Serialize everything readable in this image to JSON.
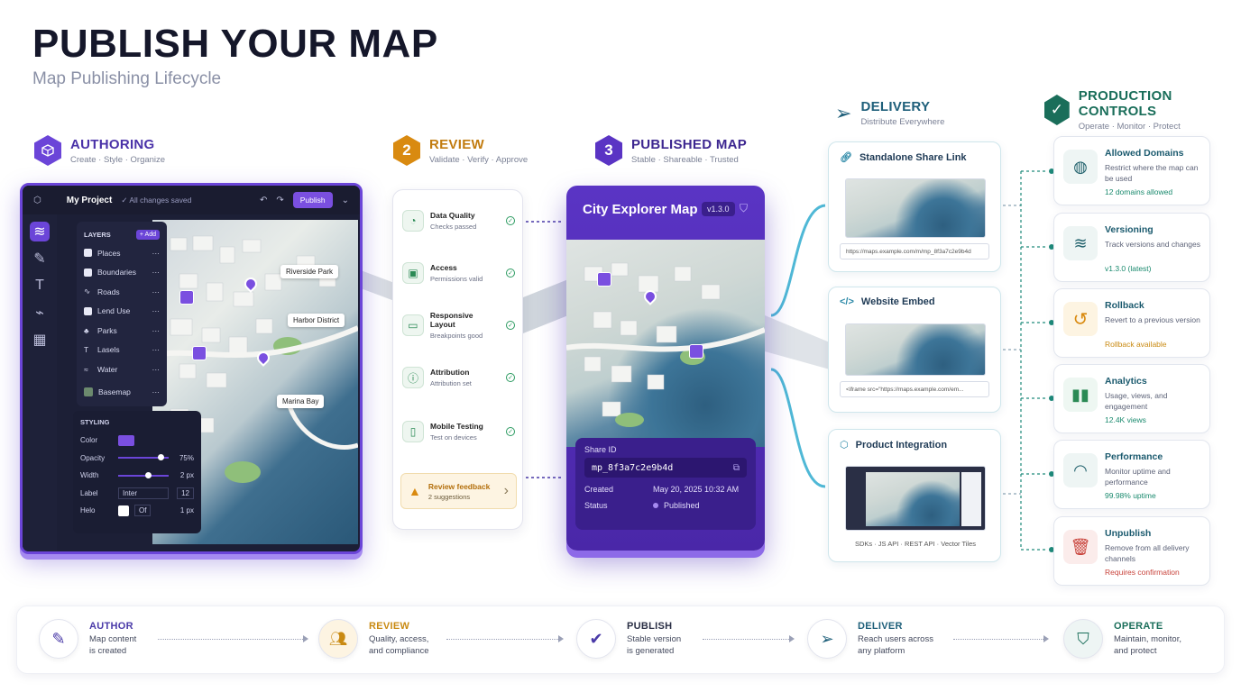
{
  "header": {
    "title": "PUBLISH YOUR MAP",
    "subtitle": "Map Publishing Lifecycle"
  },
  "authoring": {
    "step": "",
    "title": "AUTHORING",
    "subtitle": "Create · Style · Organize",
    "topbar": {
      "project": "My Project",
      "status": "All changes saved",
      "publish_label": "Publish"
    },
    "layers": {
      "heading": "LAYERS",
      "add_label": "+ Add",
      "items": [
        {
          "label": "Places"
        },
        {
          "label": "Boundaries"
        },
        {
          "label": "Roads"
        },
        {
          "label": "Lend Use"
        },
        {
          "label": "Parks"
        },
        {
          "label": "Lasels"
        },
        {
          "label": "Water"
        },
        {
          "label": "Basemap"
        }
      ]
    },
    "styling": {
      "heading": "STYLING",
      "color_label": "Color",
      "opacity_label": "Opacity",
      "opacity_value": "75%",
      "width_label": "Width",
      "width_value": "2 px",
      "label_label": "Label",
      "label_font": "Inter",
      "label_size": "12",
      "halo_label": "Helo",
      "halo_mode": "Of",
      "halo_value": "1 px",
      "color_swatch": "#7a4fe0"
    },
    "map_labels": [
      "Riverside Park",
      "Harbor District",
      "Marina Bay"
    ]
  },
  "review": {
    "step": "2",
    "title": "REVIEW",
    "subtitle": "Validate · Verify · Approve",
    "checks": [
      {
        "title": "Data Quality",
        "detail": "Checks passed",
        "icon": "check-circle-icon"
      },
      {
        "title": "Access",
        "detail": "Permissions valid",
        "icon": "lock-icon"
      },
      {
        "title": "Responsive Layout",
        "detail": "Breakpoints good",
        "icon": "devices-icon"
      },
      {
        "title": "Attribution",
        "detail": "Attribution set",
        "icon": "info-icon"
      },
      {
        "title": "Mobile Testing",
        "detail": "Test on devices",
        "icon": "phone-icon"
      }
    ],
    "feedback": {
      "title": "Review feedback",
      "detail": "2 suggestions"
    }
  },
  "published": {
    "step": "3",
    "title": "PUBLISHED MAP",
    "subtitle": "Stable · Shareable · Trusted",
    "map_name": "City Explorer Map",
    "version": "v1.3.0",
    "share_id_label": "Share ID",
    "share_id": "mp_8f3a7c2e9b4d",
    "created_label": "Created",
    "created_value": "May 20, 2025 10:32 AM",
    "status_label": "Status",
    "status_value": "Published"
  },
  "delivery": {
    "title": "DELIVERY",
    "subtitle": "Distribute Everywhere",
    "channels": [
      {
        "title": "Standalone Share Link",
        "footer": "https://maps.example.com/m/mp_8f3a7c2e9b4d"
      },
      {
        "title": "Website Embed",
        "footer": "<iframe src=\"https://maps.example.com/em..."
      },
      {
        "title": "Product Integration",
        "footer": "SDKs · JS API · REST API · Vector Tiles"
      }
    ]
  },
  "controls": {
    "title": "PRODUCTION CONTROLS",
    "subtitle": "Operate · Monitor · Protect",
    "items": [
      {
        "title": "Allowed Domains",
        "detail": "Restrict where the map can be used",
        "status": "12 domains allowed",
        "color": "#1a8a6e"
      },
      {
        "title": "Versioning",
        "detail": "Track versions and changes",
        "status": "v1.3.0 (latest)",
        "color": "#1a8a6e"
      },
      {
        "title": "Rollback",
        "detail": "Revert to a previous version",
        "status": "Rollback available",
        "color": "#c98a12"
      },
      {
        "title": "Analytics",
        "detail": "Usage, views, and engagement",
        "status": "12.4K views",
        "color": "#1a8a6e"
      },
      {
        "title": "Performance",
        "detail": "Monitor uptime and performance",
        "status": "99.98% uptime",
        "color": "#1a8a6e"
      },
      {
        "title": "Unpublish",
        "detail": "Remove from all delivery channels",
        "status": "Requires confirmation",
        "color": "#c8423a"
      }
    ]
  },
  "flow": [
    {
      "title": "AUTHOR",
      "detail_1": "Map content",
      "detail_2": "is created",
      "color": "#4a3aa8"
    },
    {
      "title": "REVIEW",
      "detail_1": "Quality, access,",
      "detail_2": "and compliance",
      "color": "#c98a12"
    },
    {
      "title": "PUBLISH",
      "detail_1": "Stable version",
      "detail_2": "is generated",
      "color": "#4a3aa8"
    },
    {
      "title": "DELIVER",
      "detail_1": "Reach users across",
      "detail_2": "any platform",
      "color": "#1e5f7a"
    },
    {
      "title": "OPERATE",
      "detail_1": "Maintain, monitor,",
      "detail_2": "and protect",
      "color": "#1a6e5a"
    }
  ]
}
